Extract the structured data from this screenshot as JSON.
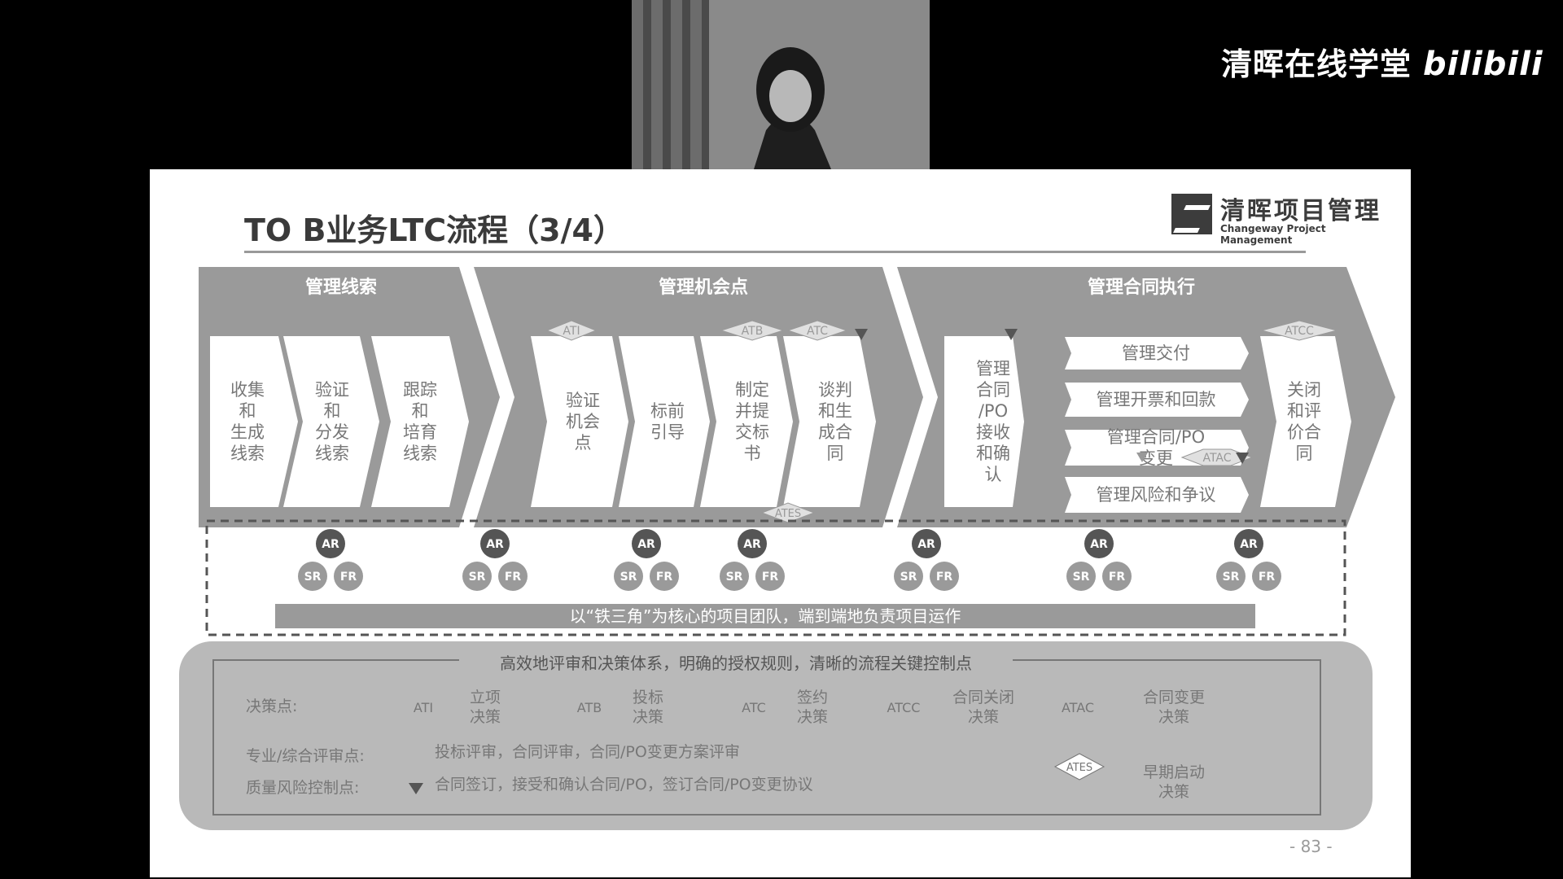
{
  "brand": {
    "name": "清晖在线学堂",
    "bili": "bilibili"
  },
  "slide": {
    "title": "TO B业务LTC流程（3/4）",
    "logo": {
      "cn": "清晖项目管理",
      "en": "Changeway Project Management"
    },
    "page_no": "- 83 -"
  },
  "stages": [
    {
      "title": "管理线索",
      "steps": [
        "收集\n和\n生成\n线索",
        "验证\n和\n分发\n线索",
        "跟踪\n和\n培育\n线索"
      ]
    },
    {
      "title": "管理机会点",
      "steps": [
        "验证\n机会\n点",
        "标前\n引导",
        "制定\n并提\n交标\n书",
        "谈判\n和生\n成合\n同"
      ]
    },
    {
      "title": "管理合同执行",
      "steps": [
        "管理\n合同\n/PO\n接收\n和确\n认",
        "管理交付",
        "管理开票和回款",
        "管理合同/PO\n变更",
        "管理风险和争议",
        "关闭\n和评\n价合\n同"
      ]
    }
  ],
  "tags": {
    "ati": "ATI",
    "atb": "ATB",
    "atc": "ATC",
    "atcc": "ATCC",
    "atac": "ATAC",
    "ates": "ATES"
  },
  "triangle": {
    "ar": "AR",
    "sr": "SR",
    "fr": "FR"
  },
  "team_banner": "以“铁三角”为核心的项目团队，端到端地负责项目运作",
  "decision_box": {
    "heading": "高效地评审和决策体系，明确的授权规则，清晰的流程关键控制点",
    "row1_label": "决策点:",
    "points": [
      {
        "code": "ATI",
        "name": "立项\n决策"
      },
      {
        "code": "ATB",
        "name": "投标\n决策"
      },
      {
        "code": "ATC",
        "name": "签约\n决策"
      },
      {
        "code": "ATCC",
        "name": "合同关闭\n决策"
      },
      {
        "code": "ATAC",
        "name": "合同变更\n决策"
      }
    ],
    "row2_label": "专业/综合评审点:",
    "row2_text": "投标评审，合同评审，合同/PO变更方案评审",
    "row3_label": "质量风险控制点:",
    "row3_text": "合同签订，接受和确认合同/PO，签订合同/PO变更协议",
    "ates_code": "ATES",
    "ates_name": "早期启动\n决策"
  },
  "colors": {
    "band": "#9a9a9a",
    "band_dark": "#8a8a8a",
    "step_bg": "#ffffff",
    "text_dark": "#555555",
    "dashed": "#555555",
    "panel": "#b9b9b9",
    "ar": "#555555",
    "sr": "#9a9a9a",
    "fr": "#9a9a9a"
  }
}
